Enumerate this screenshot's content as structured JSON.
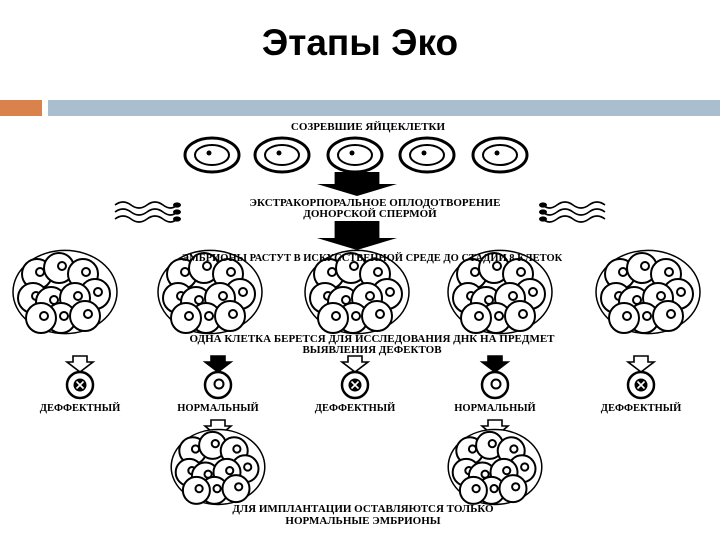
{
  "slide": {
    "title": "Этапы Эко",
    "accent_orange": "#d9824b",
    "accent_blue": "#a9bfd0"
  },
  "diagram": {
    "step1": "СОЗРЕВШИЕ ЯЙЦЕКЛЕТКИ",
    "step2_line1": "ЭКСТРАКОРПОРАЛЬНОЕ ОПЛОДОТВОРЕНИЕ",
    "step2_line2": "ДОНОРСКОЙ СПЕРМОЙ",
    "step3": "ЭМБРИОНЫ РАСТУТ В ИСКУССТВЕННОЙ СРЕДЕ ДО СТАДИИ 8 КЛЕТОК",
    "step4_line1": "ОДНА КЛЕТКА БЕРЕТСЯ ДЛЯ ИССЛЕДОВАНИЯ ДНК НА ПРЕДМЕТ",
    "step4_line2": "ВЫЯВЛЕНИЯ ДЕФЕКТОВ",
    "results": [
      "ДЕФФЕКТНЫЙ",
      "НОРМАЛЬНЫЙ",
      "ДЕФФЕКТНЫЙ",
      "НОРМАЛЬНЫЙ",
      "ДЕФФЕКТНЫЙ"
    ],
    "result_defective": [
      true,
      false,
      true,
      false,
      true
    ],
    "step5_line1": "ДЛЯ ИМПЛАНТАЦИИ ОСТАВЛЯЮТСЯ ТОЛЬКО",
    "step5_line2": "НОРМАЛЬНЫЕ ЭМБРИОНЫ"
  }
}
